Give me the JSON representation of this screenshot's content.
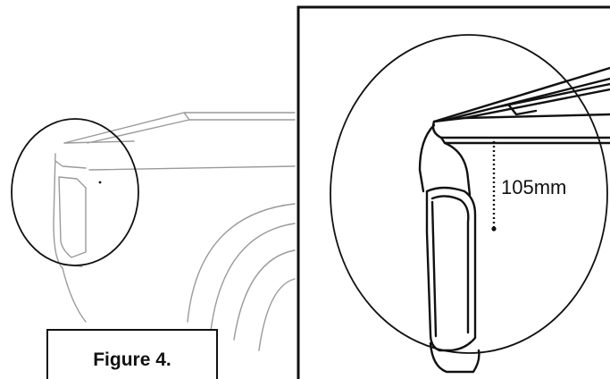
{
  "figure": {
    "caption": "Figure 4.",
    "measurement_label": "105mm"
  },
  "colors": {
    "line": "#111111",
    "faint_line": "#9a9a9a",
    "background": "#ffffff"
  },
  "parts": {
    "overview": "truck-bed-overview",
    "detail": "tailgate-corner-detail"
  }
}
